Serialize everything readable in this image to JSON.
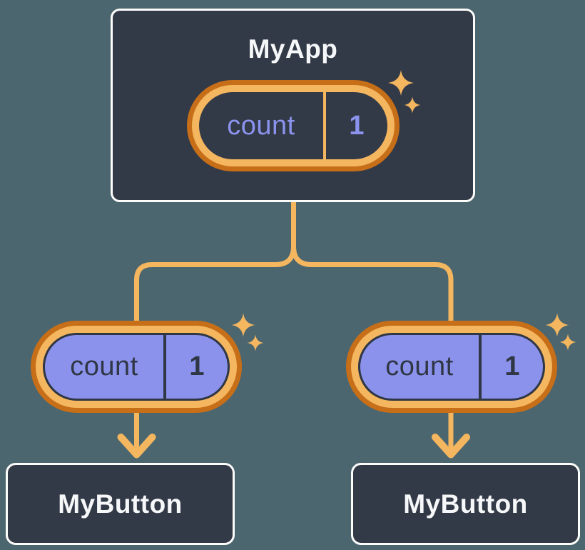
{
  "diagram": {
    "root": {
      "label": "MyApp",
      "state": {
        "name": "count",
        "value": "1"
      }
    },
    "children": [
      {
        "label": "MyButton",
        "state": {
          "name": "count",
          "value": "1"
        }
      },
      {
        "label": "MyButton",
        "state": {
          "name": "count",
          "value": "1"
        }
      }
    ]
  },
  "colors": {
    "page_bg": "#4C666F",
    "node_bg": "#333A47",
    "node_border": "#FCFCFA",
    "text_light": "#F6F7F9",
    "accent_light": "#F4B65F",
    "accent_dark": "#C76E18",
    "state_text_dark_bg": "#8B93EE",
    "state_fill": "#8B92EC",
    "ink_dark": "#2F3644"
  }
}
